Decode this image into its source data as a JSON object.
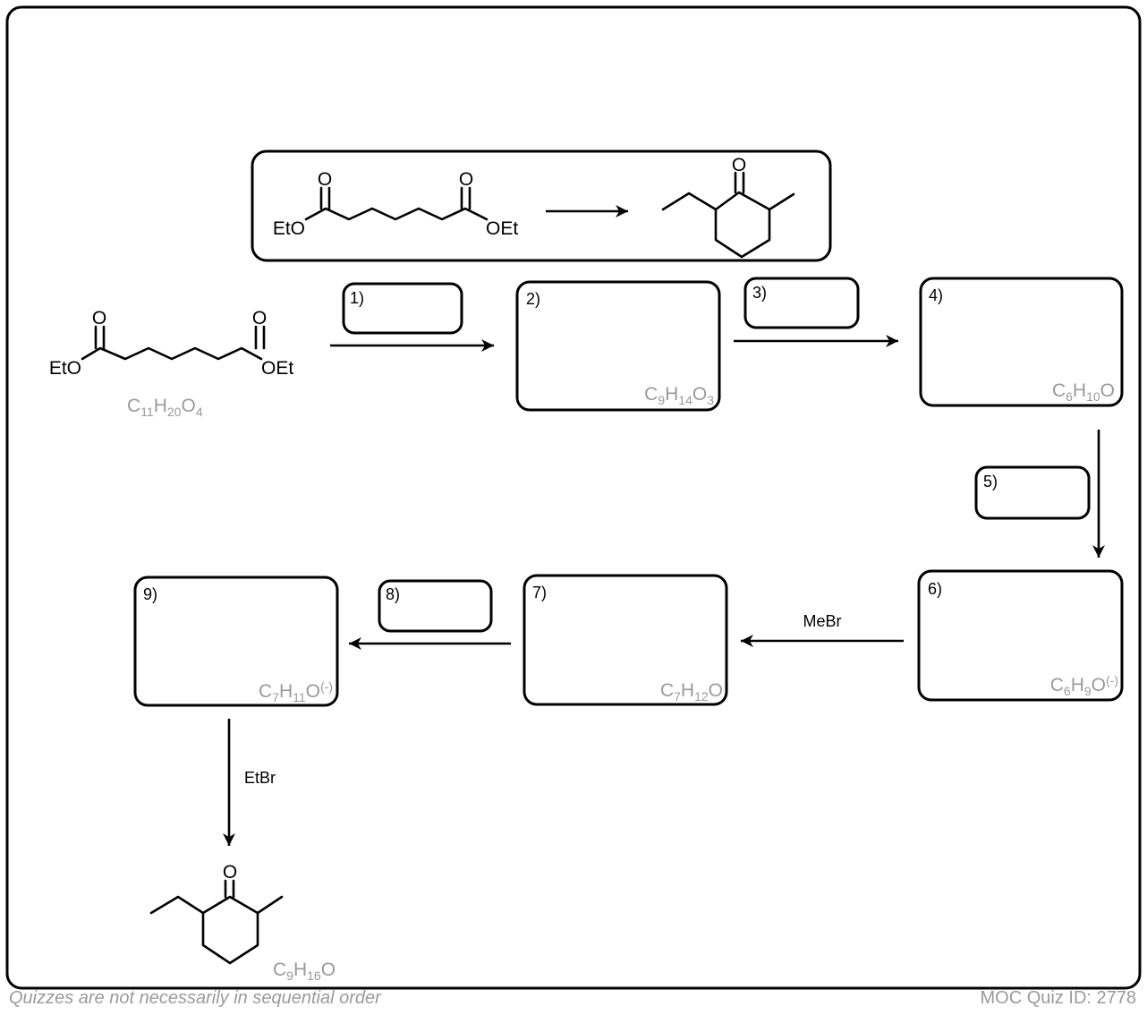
{
  "reference_box": {
    "start_labels": [
      "O",
      "O",
      "EtO",
      "OEt"
    ],
    "product_label": "O"
  },
  "start_material": {
    "labels": [
      "O",
      "O",
      "EtO",
      "OEt"
    ],
    "formula": {
      "parts": [
        "C",
        "11",
        "H",
        "20",
        "O",
        "4"
      ]
    }
  },
  "steps": [
    {
      "number": "1)"
    },
    {
      "number": "2)",
      "formula": {
        "parts": [
          "C",
          "9",
          "H",
          "14",
          "O",
          "3"
        ]
      }
    },
    {
      "number": "3)"
    },
    {
      "number": "4)",
      "formula": {
        "parts": [
          "C",
          "6",
          "H",
          "10",
          "O",
          ""
        ]
      }
    },
    {
      "number": "5)"
    },
    {
      "number": "6)",
      "formula": {
        "parts": [
          "C",
          "6",
          "H",
          "9",
          "O",
          "(-)"
        ]
      }
    },
    {
      "number": "7)",
      "formula": {
        "parts": [
          "C",
          "7",
          "H",
          "12",
          "O",
          ""
        ]
      }
    },
    {
      "number": "8)"
    },
    {
      "number": "9)",
      "formula": {
        "parts": [
          "C",
          "7",
          "H",
          "11",
          "O",
          "(-)"
        ]
      }
    }
  ],
  "reagents": {
    "mebr": "MeBr",
    "etbr": "EtBr"
  },
  "final_product": {
    "label": "O",
    "formula": {
      "parts": [
        "C",
        "9",
        "H",
        "16",
        "O",
        ""
      ]
    }
  },
  "footer": {
    "left": "Quizzes are not necessarily in sequential order",
    "right": "MOC Quiz ID: 2778"
  }
}
